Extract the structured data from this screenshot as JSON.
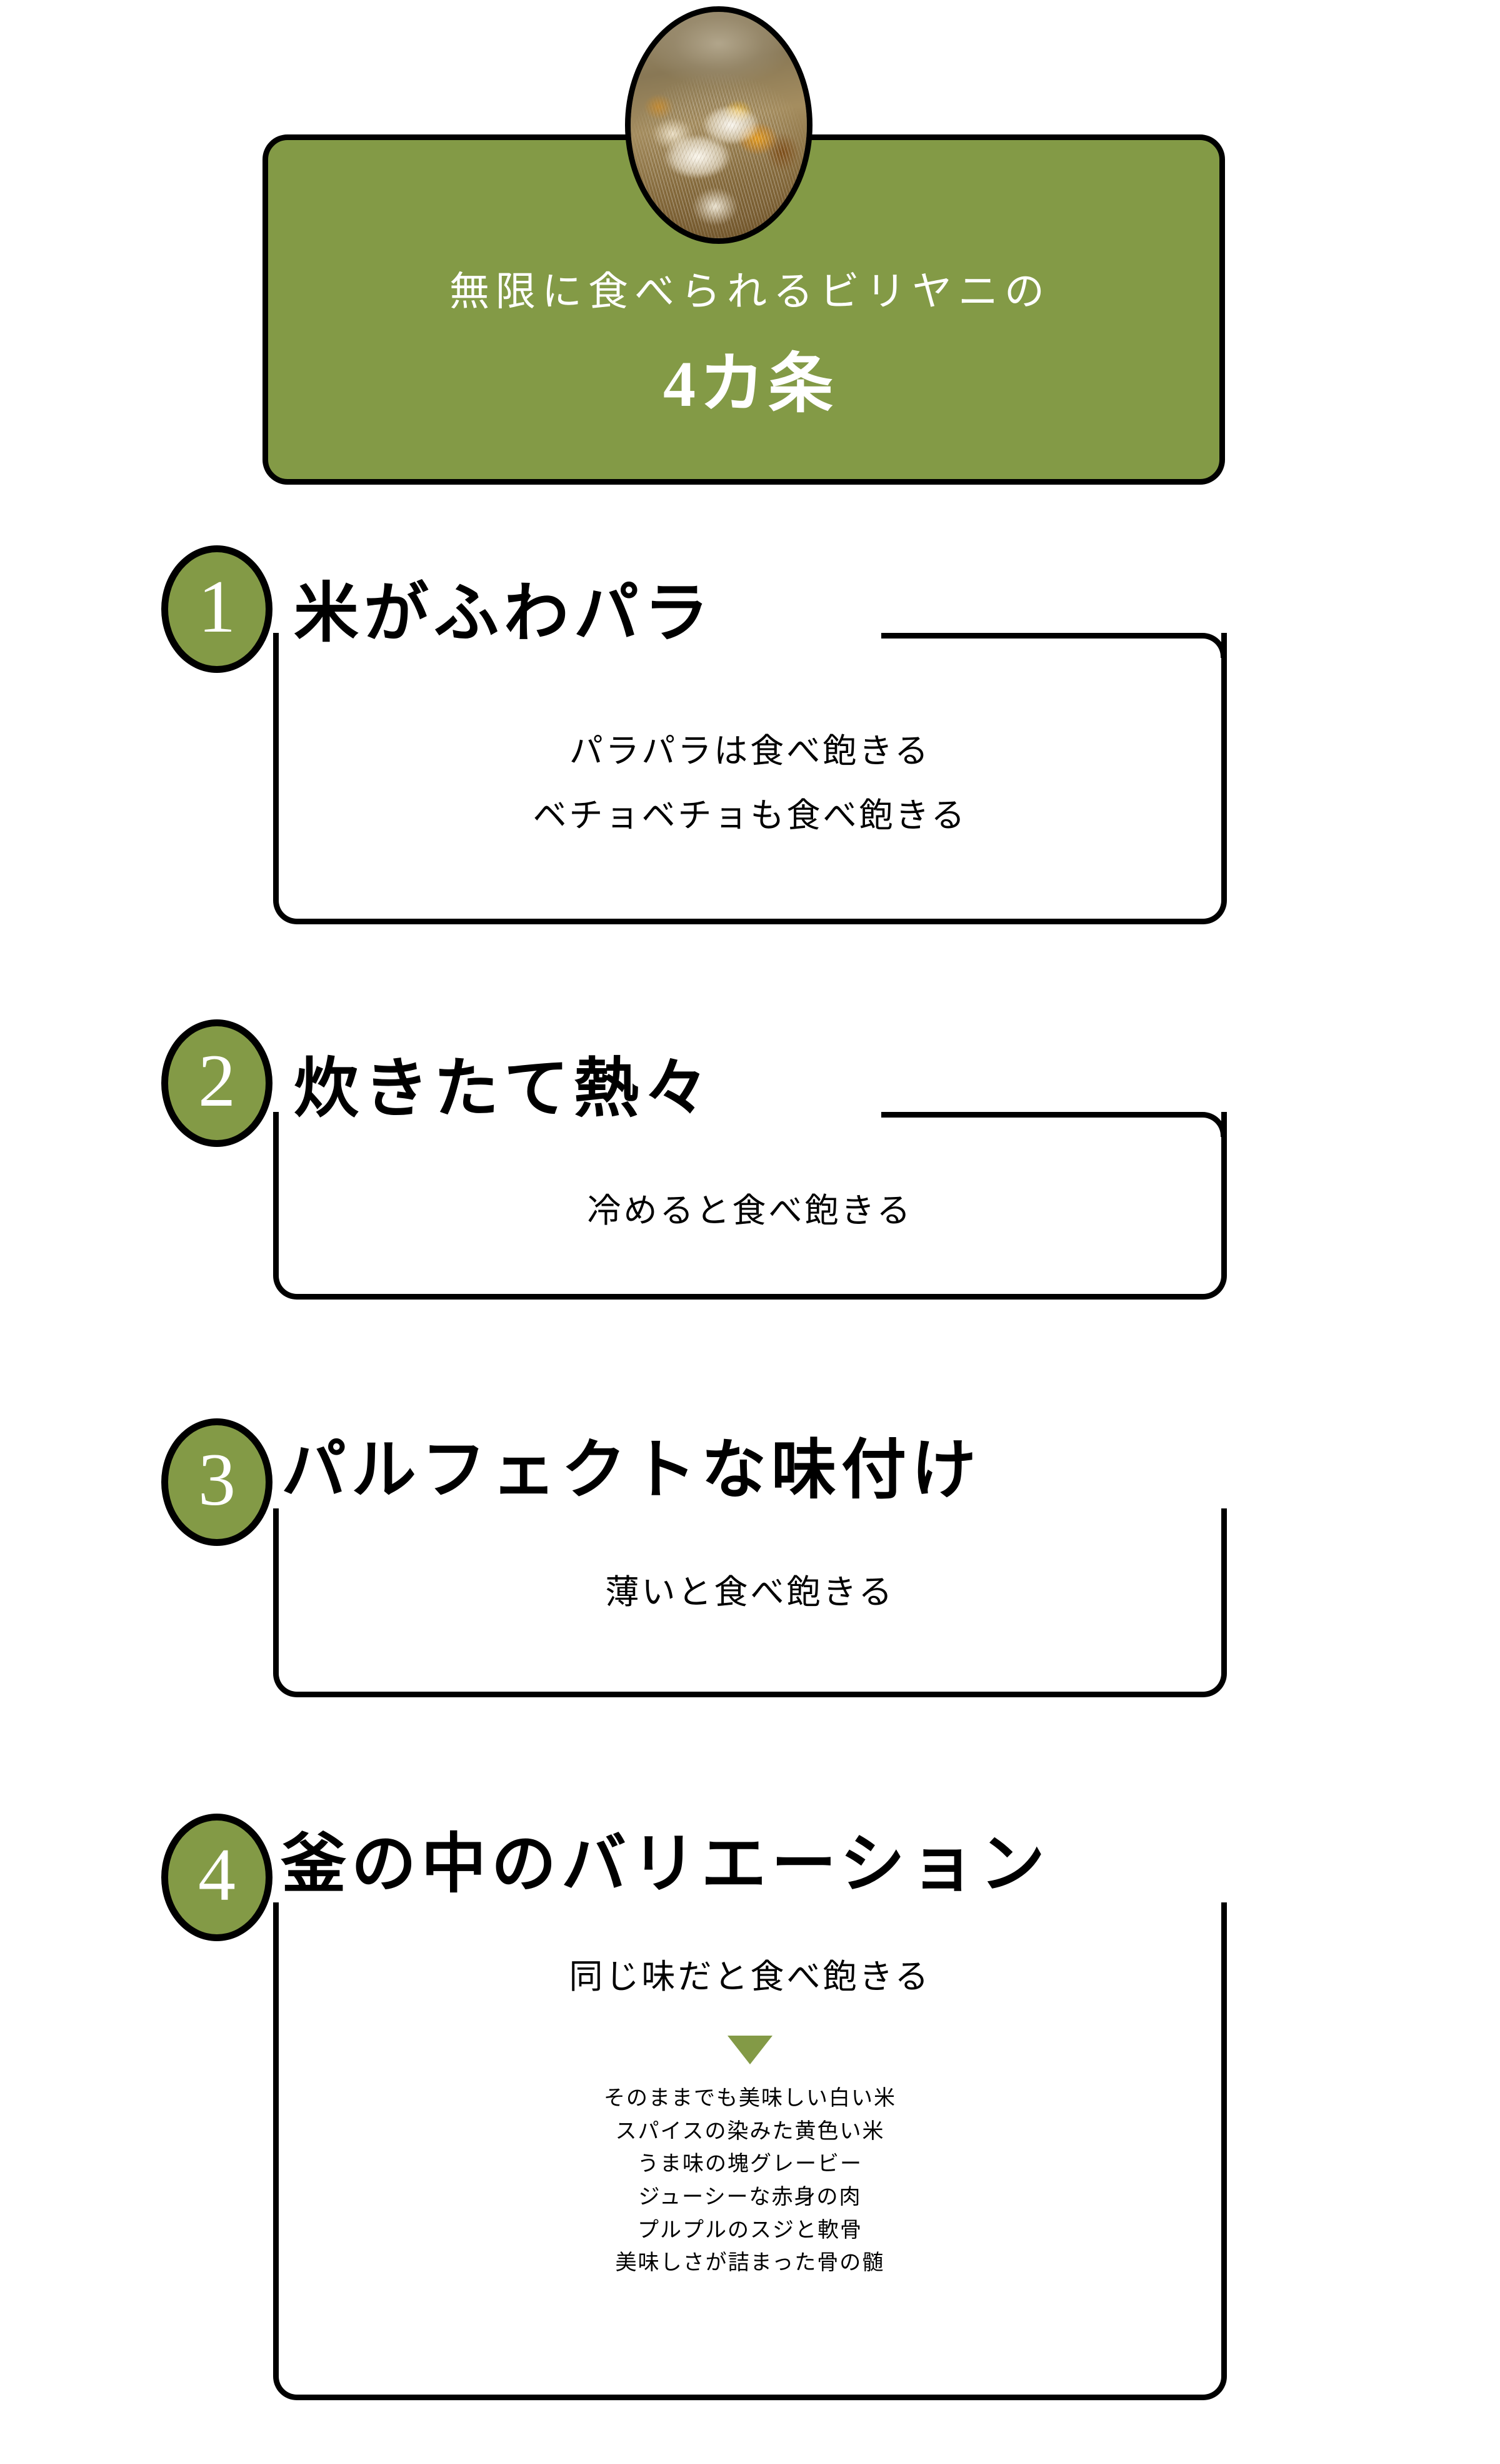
{
  "header": {
    "line1": "無限に食べられるビリヤニの",
    "line2": "4カ条",
    "photo_alt": "biryani-pot-photo"
  },
  "colors": {
    "green": "#839a46",
    "outline": "#000000",
    "white": "#ffffff"
  },
  "sections": [
    {
      "number": "1",
      "title": "米がふわパラ",
      "body": [
        "パラパラは食べ飽きる",
        "ベチョベチョも食べ飽きる"
      ]
    },
    {
      "number": "2",
      "title": "炊きたて熱々",
      "body": [
        "冷めると食べ飽きる"
      ]
    },
    {
      "number": "3",
      "title": "パルフェクトな味付け",
      "body": [
        "薄いと食べ飽きる"
      ]
    },
    {
      "number": "4",
      "title": "釜の中のバリエーション",
      "body": [
        "同じ味だと食べ飽きる"
      ],
      "variations": [
        "そのままでも美味しい白い米",
        "スパイスの染みた黄色い米",
        "うま味の塊グレービー",
        "ジューシーな赤身の肉",
        "プルプルのスジと軟骨",
        "美味しさが詰まった骨の髄"
      ]
    }
  ]
}
